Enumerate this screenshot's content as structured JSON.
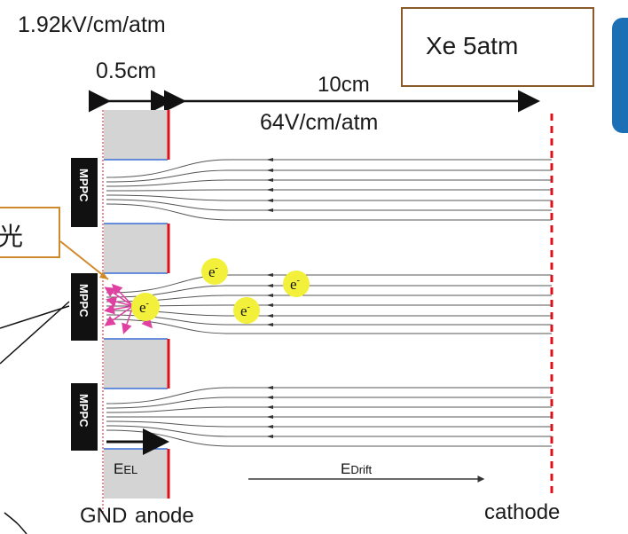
{
  "labels": {
    "el_field": "1.92kV/cm/atm",
    "el_gap": "0.5cm",
    "drift_length": "10cm",
    "drift_field": "64V/cm/atm",
    "gas": "Xe 5atm",
    "light": "光",
    "gnd": "GND",
    "anode": "anode",
    "cathode": "cathode",
    "mppc": "MPPC",
    "e_el": "EEL",
    "e_drift": "EDrift",
    "electron": "e-"
  },
  "colors": {
    "cathode": "#e0101a",
    "anode_edge": "#e0101a",
    "cell_fill": "#d4d4d4",
    "mppc_fill": "#111111",
    "electron_fill": "#f2f03a",
    "photon_arrow": "#e040a0",
    "box_border": "#8b5a2b",
    "light_box_border": "#d08a2c",
    "side_panel": "#1a6fb5"
  }
}
